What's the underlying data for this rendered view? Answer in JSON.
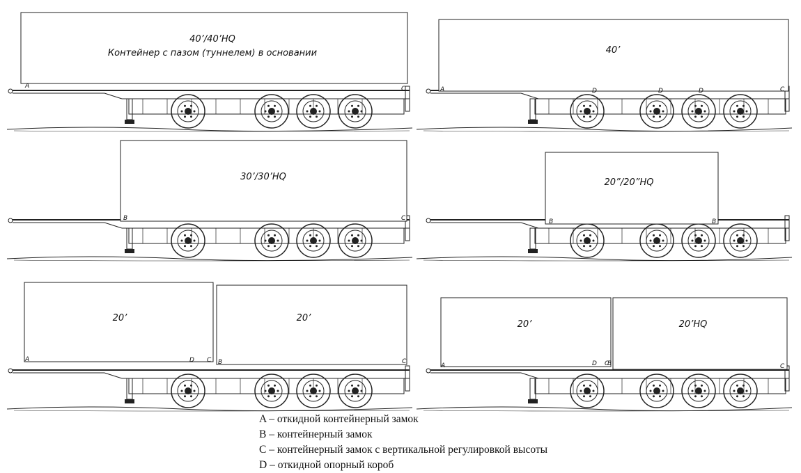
{
  "panels": [
    {
      "containers": [
        {
          "lines": [
            "40’/40’HQ",
            "Контейнер с пазом (туннелем) в основании"
          ]
        }
      ],
      "points": [
        "A",
        "C"
      ]
    },
    {
      "containers": [
        {
          "lines": [
            "40’"
          ]
        }
      ],
      "points": [
        "A",
        "D",
        "D",
        "D",
        "C"
      ]
    },
    {
      "containers": [
        {
          "lines": [
            "30’/30’HQ"
          ]
        }
      ],
      "points": [
        "B",
        "C"
      ]
    },
    {
      "containers": [
        {
          "lines": [
            "20”/20”HQ"
          ]
        }
      ],
      "points": [
        "B",
        "B"
      ]
    },
    {
      "containers": [
        {
          "lines": [
            "20’"
          ]
        },
        {
          "lines": [
            "20’"
          ]
        }
      ],
      "points": [
        "A",
        "D",
        "C",
        "B",
        "C"
      ]
    },
    {
      "containers": [
        {
          "lines": [
            "20’"
          ]
        },
        {
          "lines": [
            "20’HQ"
          ]
        }
      ],
      "points": [
        "A",
        "D",
        "C",
        "B",
        "C"
      ]
    }
  ],
  "legend": [
    "A – откидной контейнерный замок",
    "B – контейнерный замок",
    "C – контейнерный замок с вертикальной регулировкой высоты",
    "D – откидной опорный короб"
  ]
}
